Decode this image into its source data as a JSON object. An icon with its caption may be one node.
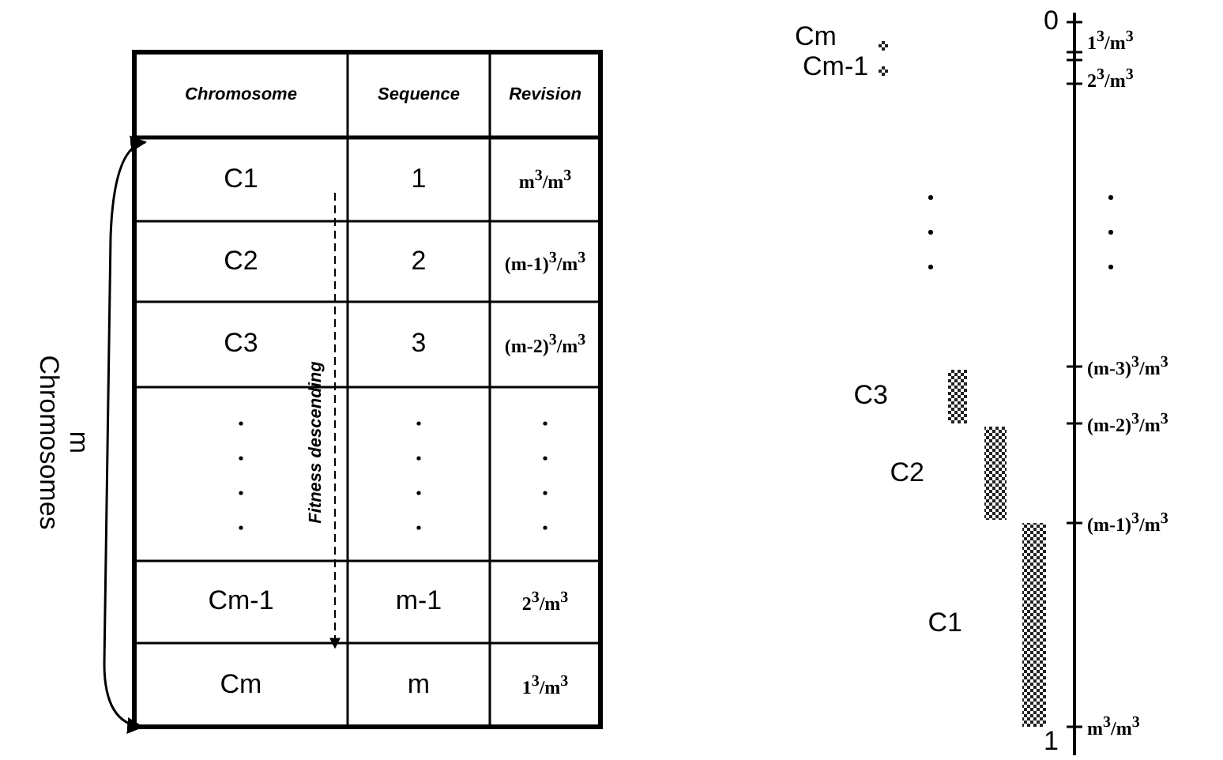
{
  "diagram": {
    "labels": [
      "Chromosome",
      "Sequence",
      "Revision",
      "C1",
      "1",
      "m$^{3}$/m$^{3}$",
      "C2",
      "2",
      "(m-1)$^{3}$/m$^{3}$",
      "C3",
      "3",
      "(m-2)$^{3}$/m$^{3}$",
      "Cm-1",
      "m-1",
      "2$^{3}$/m$^{3}$",
      "Cm",
      "m",
      "1$^{3}$/m$^{3}$",
      "m Chromosomes",
      "Fitness descending",
      "Cm",
      "Cm-1",
      "C3",
      "C2",
      "C1",
      "0",
      "1$^{3}$/m$^{3}$",
      "2$^{3}$/m$^{3}$",
      "(m-3)$^{3}$/m$^{3}$",
      "(m-2)$^{3}$/m$^{3}$",
      "(m-1)$^{3}$/m$^{3}$",
      "m$^{3}$/m$^{3}$",
      "1"
    ]
  }
}
